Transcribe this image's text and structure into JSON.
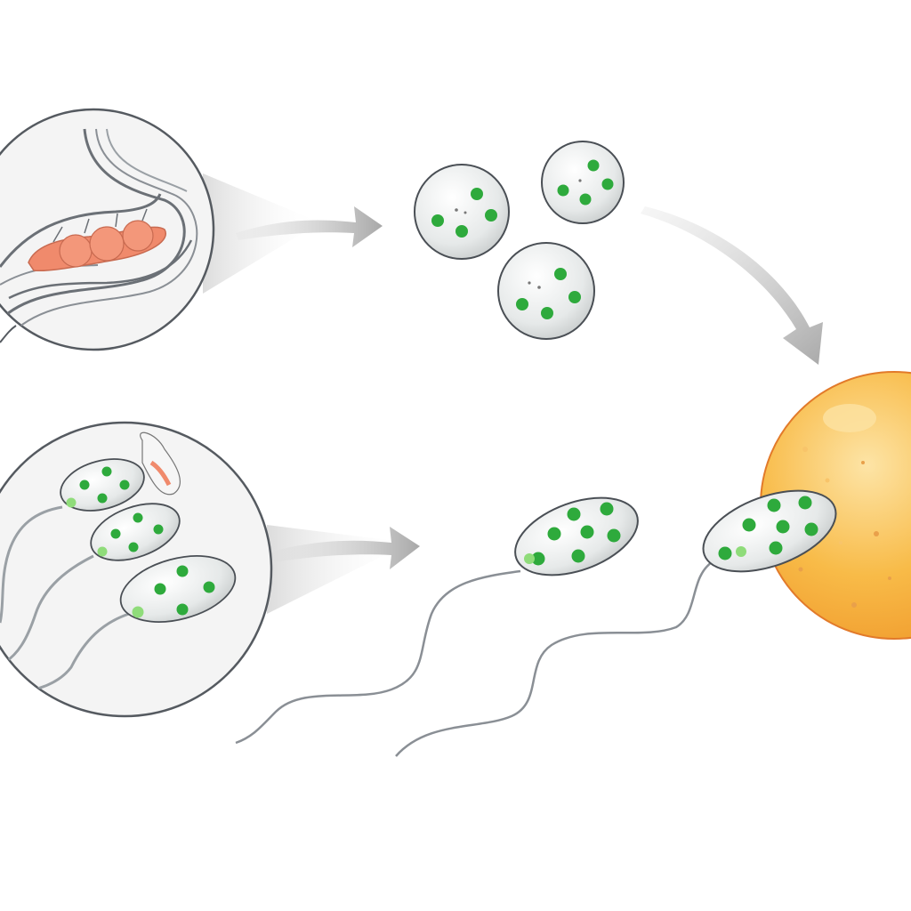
{
  "diagram": {
    "labels": [],
    "stages": [
      {
        "id": "testis-tubule",
        "kind": "magnified-inset"
      },
      {
        "id": "spermatids",
        "kind": "round-cells",
        "count": 3
      },
      {
        "id": "sperm-maturation",
        "kind": "magnified-inset"
      },
      {
        "id": "motile-sperm",
        "kind": "flagellated-cells",
        "count": 2
      },
      {
        "id": "egg",
        "kind": "ovum"
      }
    ],
    "arrows": [
      {
        "from": "testis-tubule",
        "to": "spermatids"
      },
      {
        "from": "spermatids",
        "to": "egg"
      },
      {
        "from": "sperm-maturation",
        "to": "motile-sperm"
      }
    ]
  },
  "colors": {
    "cell_fill": "#e9ecec",
    "cell_stroke": "#4a4f55",
    "granule": "#2eaa3c",
    "granule_light": "#8fdc7a",
    "tubule_tissue": "#f08a6c",
    "egg_fill": "#f7b33c",
    "egg_highlight": "#fde2a3",
    "egg_stroke": "#e27a2a",
    "arrow": "#a9a9a9",
    "inset_bg": "#f4f4f4",
    "inset_stroke": "#555a60"
  }
}
